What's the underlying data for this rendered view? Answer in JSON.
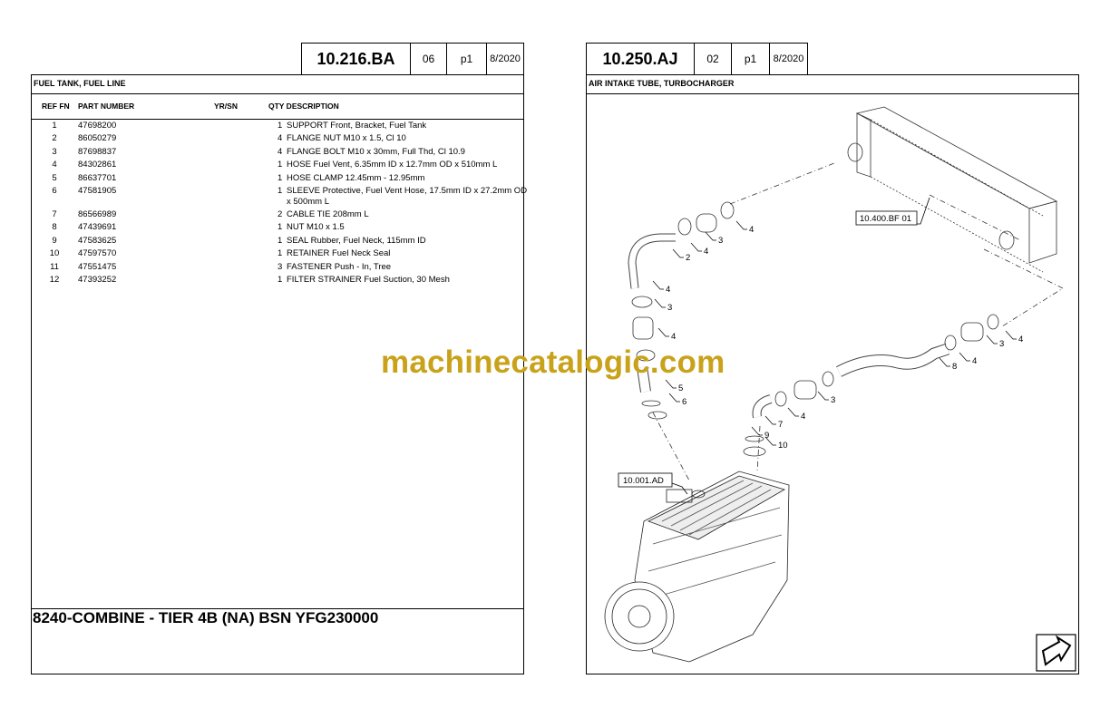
{
  "left_page": {
    "code": "10.216.BA",
    "revision": "06",
    "page": "p1",
    "date": "8/2020",
    "title": "FUEL TANK, FUEL LINE",
    "columns": {
      "ref_fn": "REF  FN",
      "part_number": "PART NUMBER",
      "yr_sn": "YR/SN",
      "qty_desc": "QTY  DESCRIPTION"
    },
    "parts": [
      {
        "ref": "1",
        "part": "47698200",
        "qty": "1",
        "desc": "SUPPORT  Front, Bracket, Fuel Tank"
      },
      {
        "ref": "2",
        "part": "86050279",
        "qty": "4",
        "desc": "FLANGE NUT M10 x 1.5, Cl 10"
      },
      {
        "ref": "3",
        "part": "87698837",
        "qty": "4",
        "desc": "FLANGE BOLT M10 x 30mm, Full Thd, Cl 10.9"
      },
      {
        "ref": "4",
        "part": "84302861",
        "qty": "1",
        "desc": "HOSE  Fuel Vent, 6.35mm ID x 12.7mm OD x 510mm L"
      },
      {
        "ref": "5",
        "part": "86637701",
        "qty": "1",
        "desc": "HOSE CLAMP 12.45mm - 12.95mm"
      },
      {
        "ref": "6",
        "part": "47581905",
        "qty": "1",
        "desc": "SLEEVE  Protective, Fuel Vent Hose, 17.5mm ID x 27.2mm OD",
        "desc2": "x 500mm L"
      },
      {
        "ref": "7",
        "part": "86566989",
        "qty": "2",
        "desc": "CABLE TIE 208mm L"
      },
      {
        "ref": "8",
        "part": "47439691",
        "qty": "1",
        "desc": "NUT M10 x 1.5"
      },
      {
        "ref": "9",
        "part": "47583625",
        "qty": "1",
        "desc": "SEAL  Rubber, Fuel Neck, 115mm ID"
      },
      {
        "ref": "10",
        "part": "47597570",
        "qty": "1",
        "desc": "RETAINER  Fuel Neck Seal"
      },
      {
        "ref": "11",
        "part": "47551475",
        "qty": "3",
        "desc": "FASTENER  Push - In, Tree"
      },
      {
        "ref": "12",
        "part": "47393252",
        "qty": "1",
        "desc": "FILTER STRAINER  Fuel Suction, 30 Mesh"
      }
    ],
    "model_title": "8240-COMBINE - TIER 4B (NA) BSN YFG230000"
  },
  "right_page": {
    "code": "10.250.AJ",
    "revision": "02",
    "page": "p1",
    "date": "8/2020",
    "title": "AIR INTAKE TUBE, TURBOCHARGER",
    "ref_boxes": [
      "10.400.BF 01",
      "10.001.AD"
    ],
    "callouts": [
      "4",
      "3",
      "4",
      "2",
      "4",
      "3",
      "4",
      "5",
      "6",
      "8",
      "4",
      "3",
      "4",
      "3",
      "4",
      "7",
      "9",
      "10"
    ],
    "nav_icon": "next-page-arrow-icon"
  },
  "watermark": "machinecatalogic.com",
  "colors": {
    "watermark": "#c9a21a"
  }
}
